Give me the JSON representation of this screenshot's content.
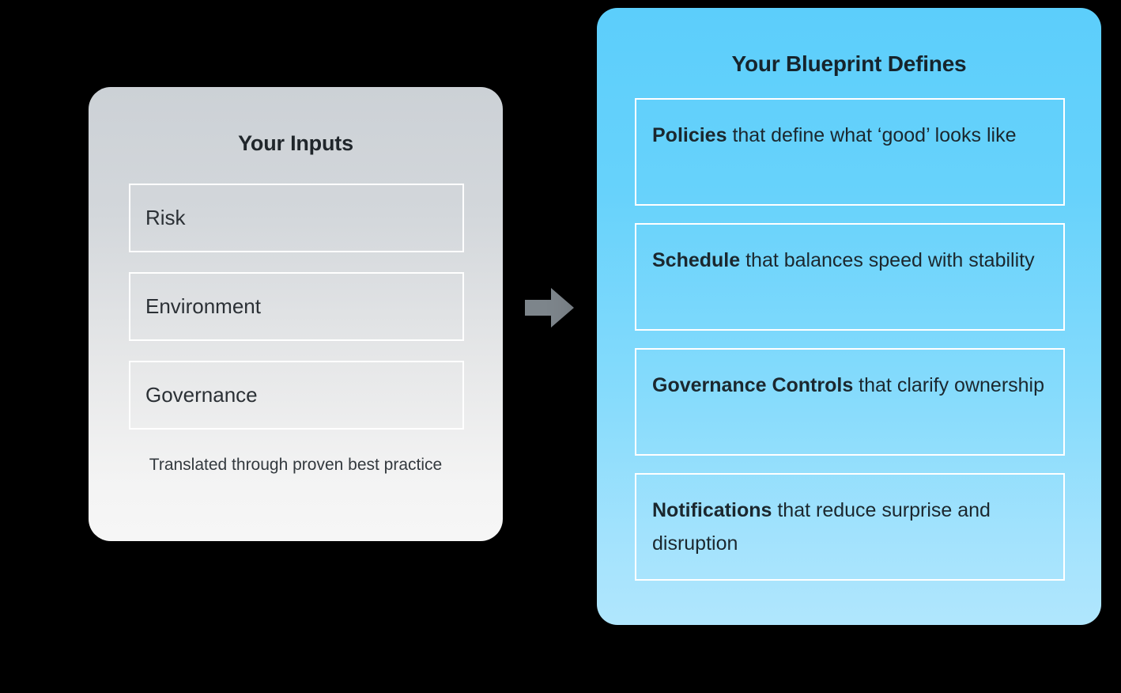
{
  "colors": {
    "background": "#000000",
    "left_card_top": "#ccd1d6",
    "left_card_bottom": "#f6f6f6",
    "right_card_top": "#5ccefb",
    "right_card_bottom": "#b0e6fd",
    "box_border": "#ffffff",
    "text_dark": "#1b272e",
    "arrow": "#7d858b"
  },
  "inputs_card": {
    "title": "Your Inputs",
    "rows": [
      {
        "label": "Risk"
      },
      {
        "label": "Environment"
      },
      {
        "label": "Governance"
      }
    ],
    "footnote": "Translated through proven best practice"
  },
  "connector": {
    "icon": "arrow-right-icon",
    "direction": "right"
  },
  "blueprint_card": {
    "title": "Your Blueprint Defines",
    "items": [
      {
        "bold": "Policies",
        "rest": " that define what ‘good’ looks like"
      },
      {
        "bold": "Schedule",
        "rest": " that balances speed with stability"
      },
      {
        "bold": "Governance Controls",
        "rest": " that clarify ownership"
      },
      {
        "bold": "Notifications",
        "rest": " that reduce surprise and disruption"
      }
    ]
  }
}
